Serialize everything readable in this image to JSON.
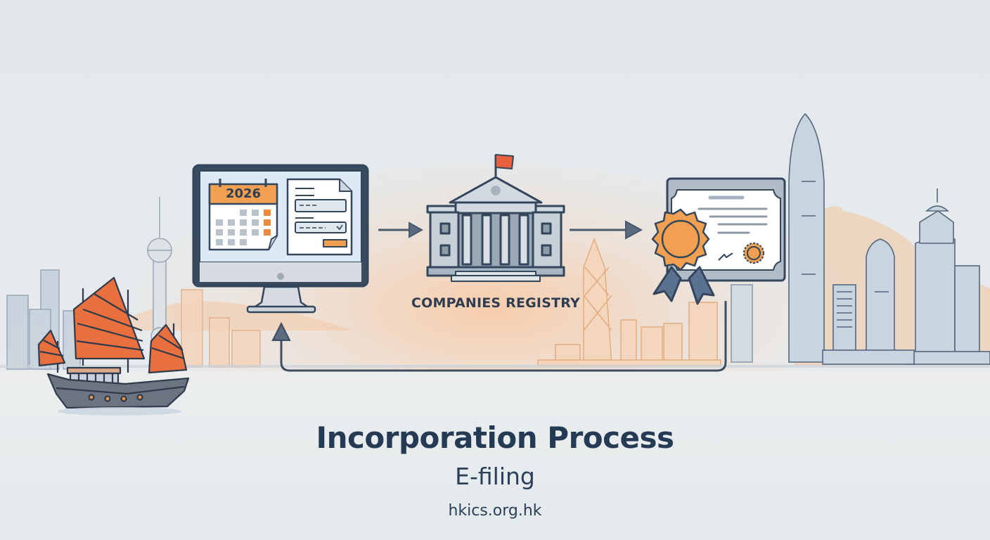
{
  "title": "Incorporation Process",
  "subtitle": "E-filing",
  "website": "hkics.org.hk",
  "flow": {
    "steps": [
      {
        "id": "e-filing-computer",
        "icon": "computer-with-calendar-and-form-icon",
        "calendar_year": "2026"
      },
      {
        "id": "companies-registry",
        "icon": "government-building-icon",
        "label": "COMPANIES REGISTRY"
      },
      {
        "id": "certificate",
        "icon": "certificate-with-award-ribbon-icon"
      }
    ],
    "arrows": [
      {
        "from": "e-filing-computer",
        "to": "companies-registry"
      },
      {
        "from": "companies-registry",
        "to": "certificate"
      },
      {
        "from": "certificate",
        "to": "e-filing-computer",
        "style": "return-loop"
      }
    ]
  },
  "background": {
    "scene": "hong-kong-skyline",
    "elements": [
      "junk-boat",
      "tv-tower",
      "bank-of-china-tower",
      "ifc-tower",
      "mountain",
      "harbour"
    ]
  },
  "colors": {
    "primary_text": "#243a55",
    "outline": "#34465c",
    "accent_orange": "#f0a050",
    "sail_orange": "#e8703e",
    "flag_red": "#e8603e",
    "building_gray": "#c8ced6",
    "sky": "#e3e9ec",
    "glow": "#fac8a0"
  }
}
